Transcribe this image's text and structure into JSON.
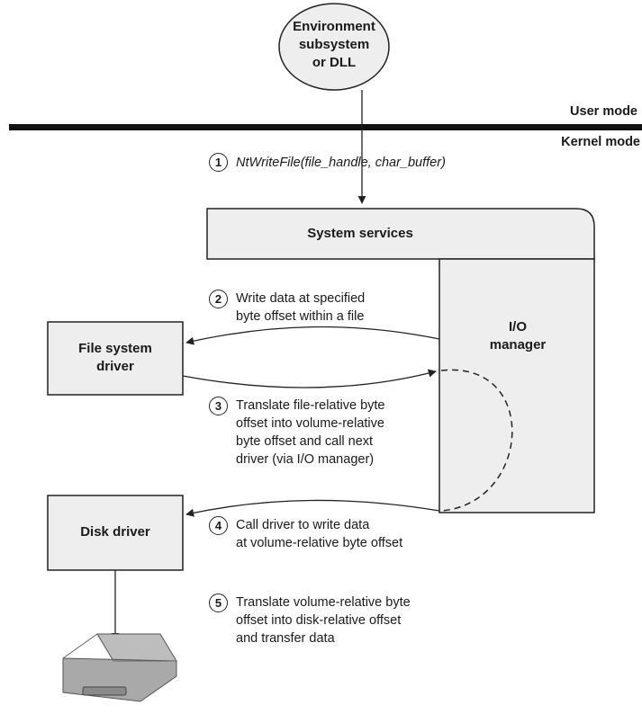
{
  "nodes": {
    "environment": {
      "line1": "Environment",
      "line2": "subsystem",
      "line3": "or DLL"
    },
    "system_services": "System services",
    "io_manager": {
      "line1": "I/O",
      "line2": "manager"
    },
    "file_system_driver": {
      "line1": "File system",
      "line2": "driver"
    },
    "disk_driver": "Disk driver"
  },
  "modes": {
    "user": "User mode",
    "kernel": "Kernel mode"
  },
  "steps": [
    {
      "number": "1",
      "lines": [
        "NtWriteFile(file_handle, char_buffer)"
      ]
    },
    {
      "number": "2",
      "lines": [
        "Write data at specified",
        "byte offset within a file"
      ]
    },
    {
      "number": "3",
      "lines": [
        "Translate file-relative byte",
        "offset into volume-relative",
        "byte offset and call next",
        "driver (via I/O manager)"
      ]
    },
    {
      "number": "4",
      "lines": [
        "Call driver to write data",
        "at volume-relative byte offset"
      ]
    },
    {
      "number": "5",
      "lines": [
        "Translate volume-relative byte",
        "offset into disk-relative offset",
        "and transfer data"
      ]
    }
  ],
  "colors": {
    "box_fill": "#eeeeee",
    "stroke": "#222222",
    "disk": "#a9a9a9"
  }
}
